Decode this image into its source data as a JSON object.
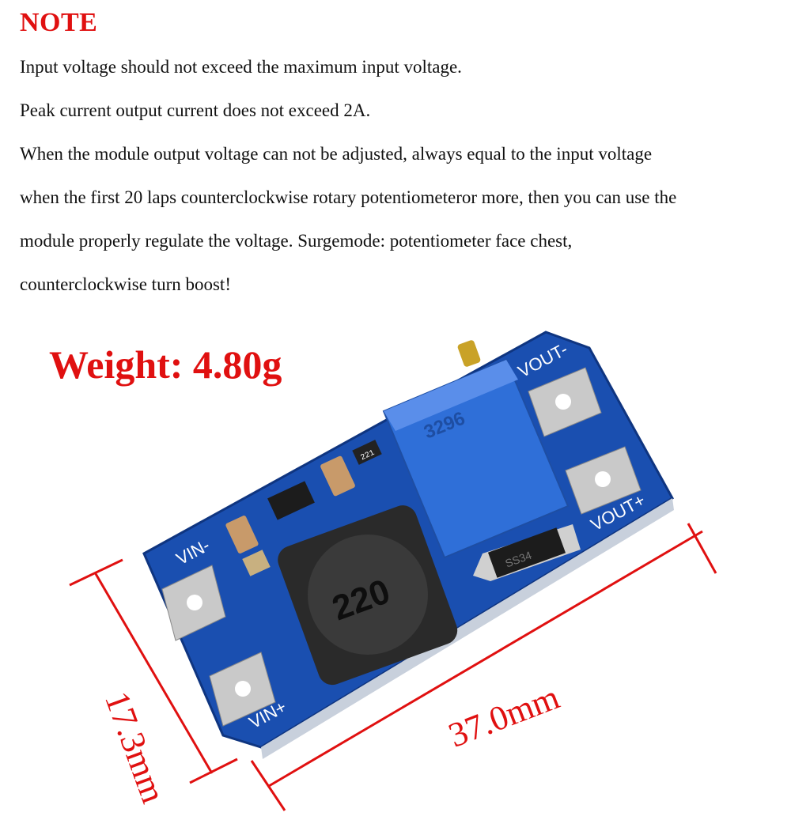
{
  "note": {
    "title": "NOTE",
    "lines": [
      "Input voltage should not exceed the maximum input voltage.",
      "Peak current output current does not exceed 2A.",
      "When the module output voltage can not be adjusted, always equal to the input voltage",
      "when the first 20 laps counterclockwise rotary potentiometeror more, then you can use the",
      "module properly regulate the voltage. Surgemode: potentiometer face chest,",
      "counterclockwise turn boost!"
    ]
  },
  "weight_label": "Weight: 4.80g",
  "dimensions": {
    "height": "17.3mm",
    "width": "37.0mm"
  },
  "board": {
    "pins": {
      "vout_minus": "VOUT-",
      "vout_plus": "VOUT+",
      "vin_minus": "VIN-",
      "vin_plus": "VIN+"
    },
    "inductor_marking": "220",
    "potentiometer_marking": "3296",
    "diode_marking": "SS34",
    "resistor_marking": "221"
  },
  "colors": {
    "accent": "#e01010",
    "pcb": "#1a4fb0",
    "potentiometer": "#2f6fd8",
    "inductor": "#2a2a2a"
  }
}
